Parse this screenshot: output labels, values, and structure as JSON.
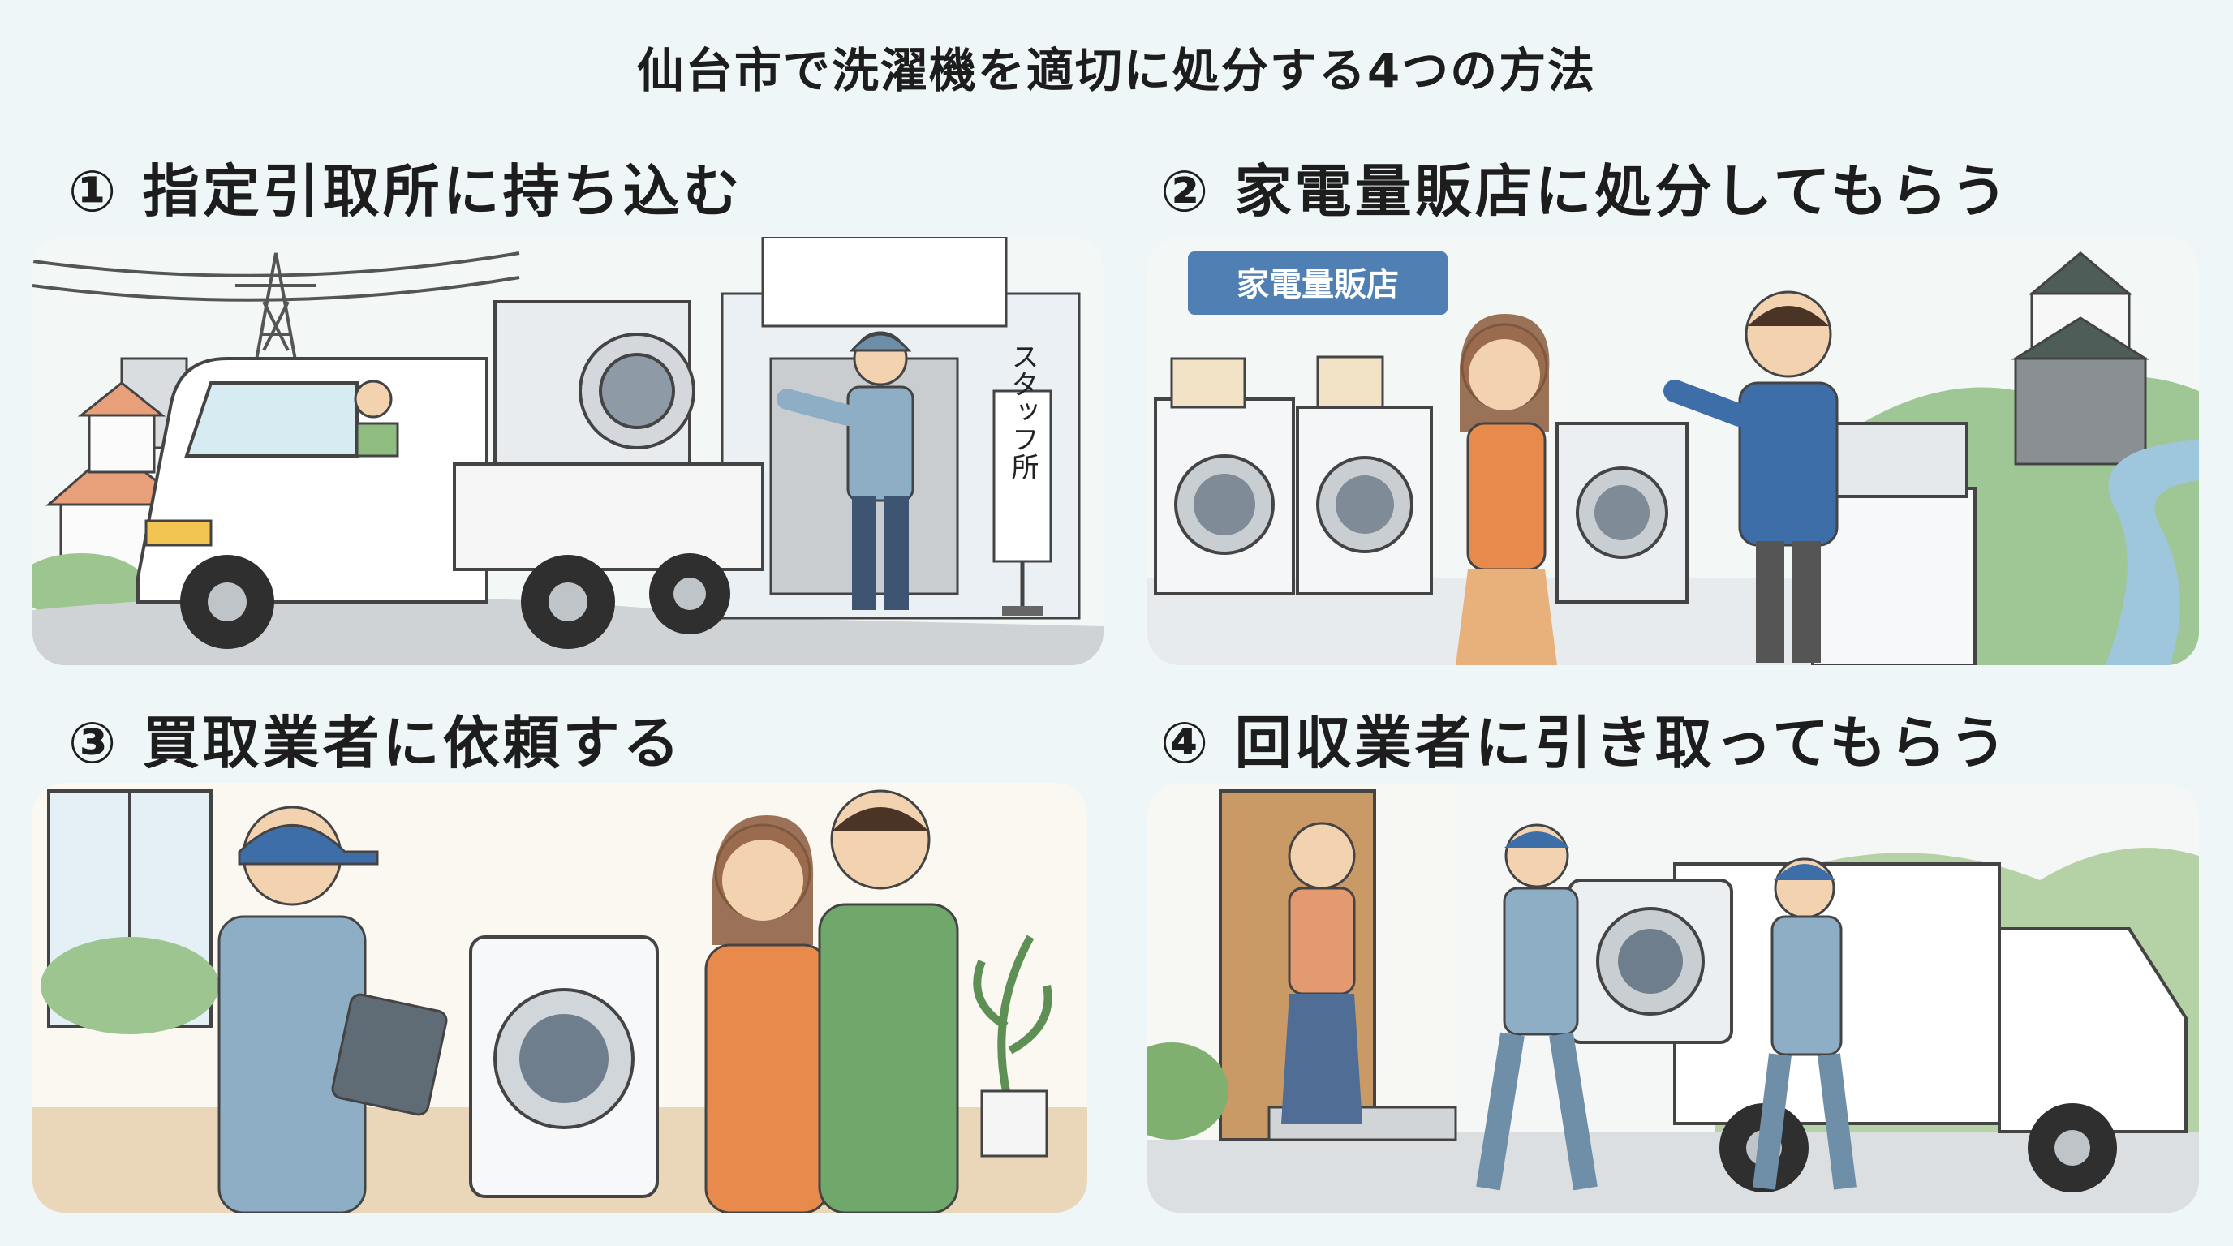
{
  "title": "仙台市で洗濯機を適切に処分する4つの方法",
  "methods": [
    {
      "heading": "① 指定引取所に持ち込む",
      "sign": "スタッフ所"
    },
    {
      "heading": "② 家電量販店に処分してもらう",
      "sign": "家電量販店"
    },
    {
      "heading": "③ 買取業者に依頼する"
    },
    {
      "heading": "④ 回収業者に引き取ってもらう"
    }
  ],
  "colors": {
    "background": "#eef6f7",
    "store_sign": "#4f7fb3",
    "uniform": "#8eaec6",
    "orange_top": "#e88a4c",
    "green_sweater": "#6fa86a"
  }
}
